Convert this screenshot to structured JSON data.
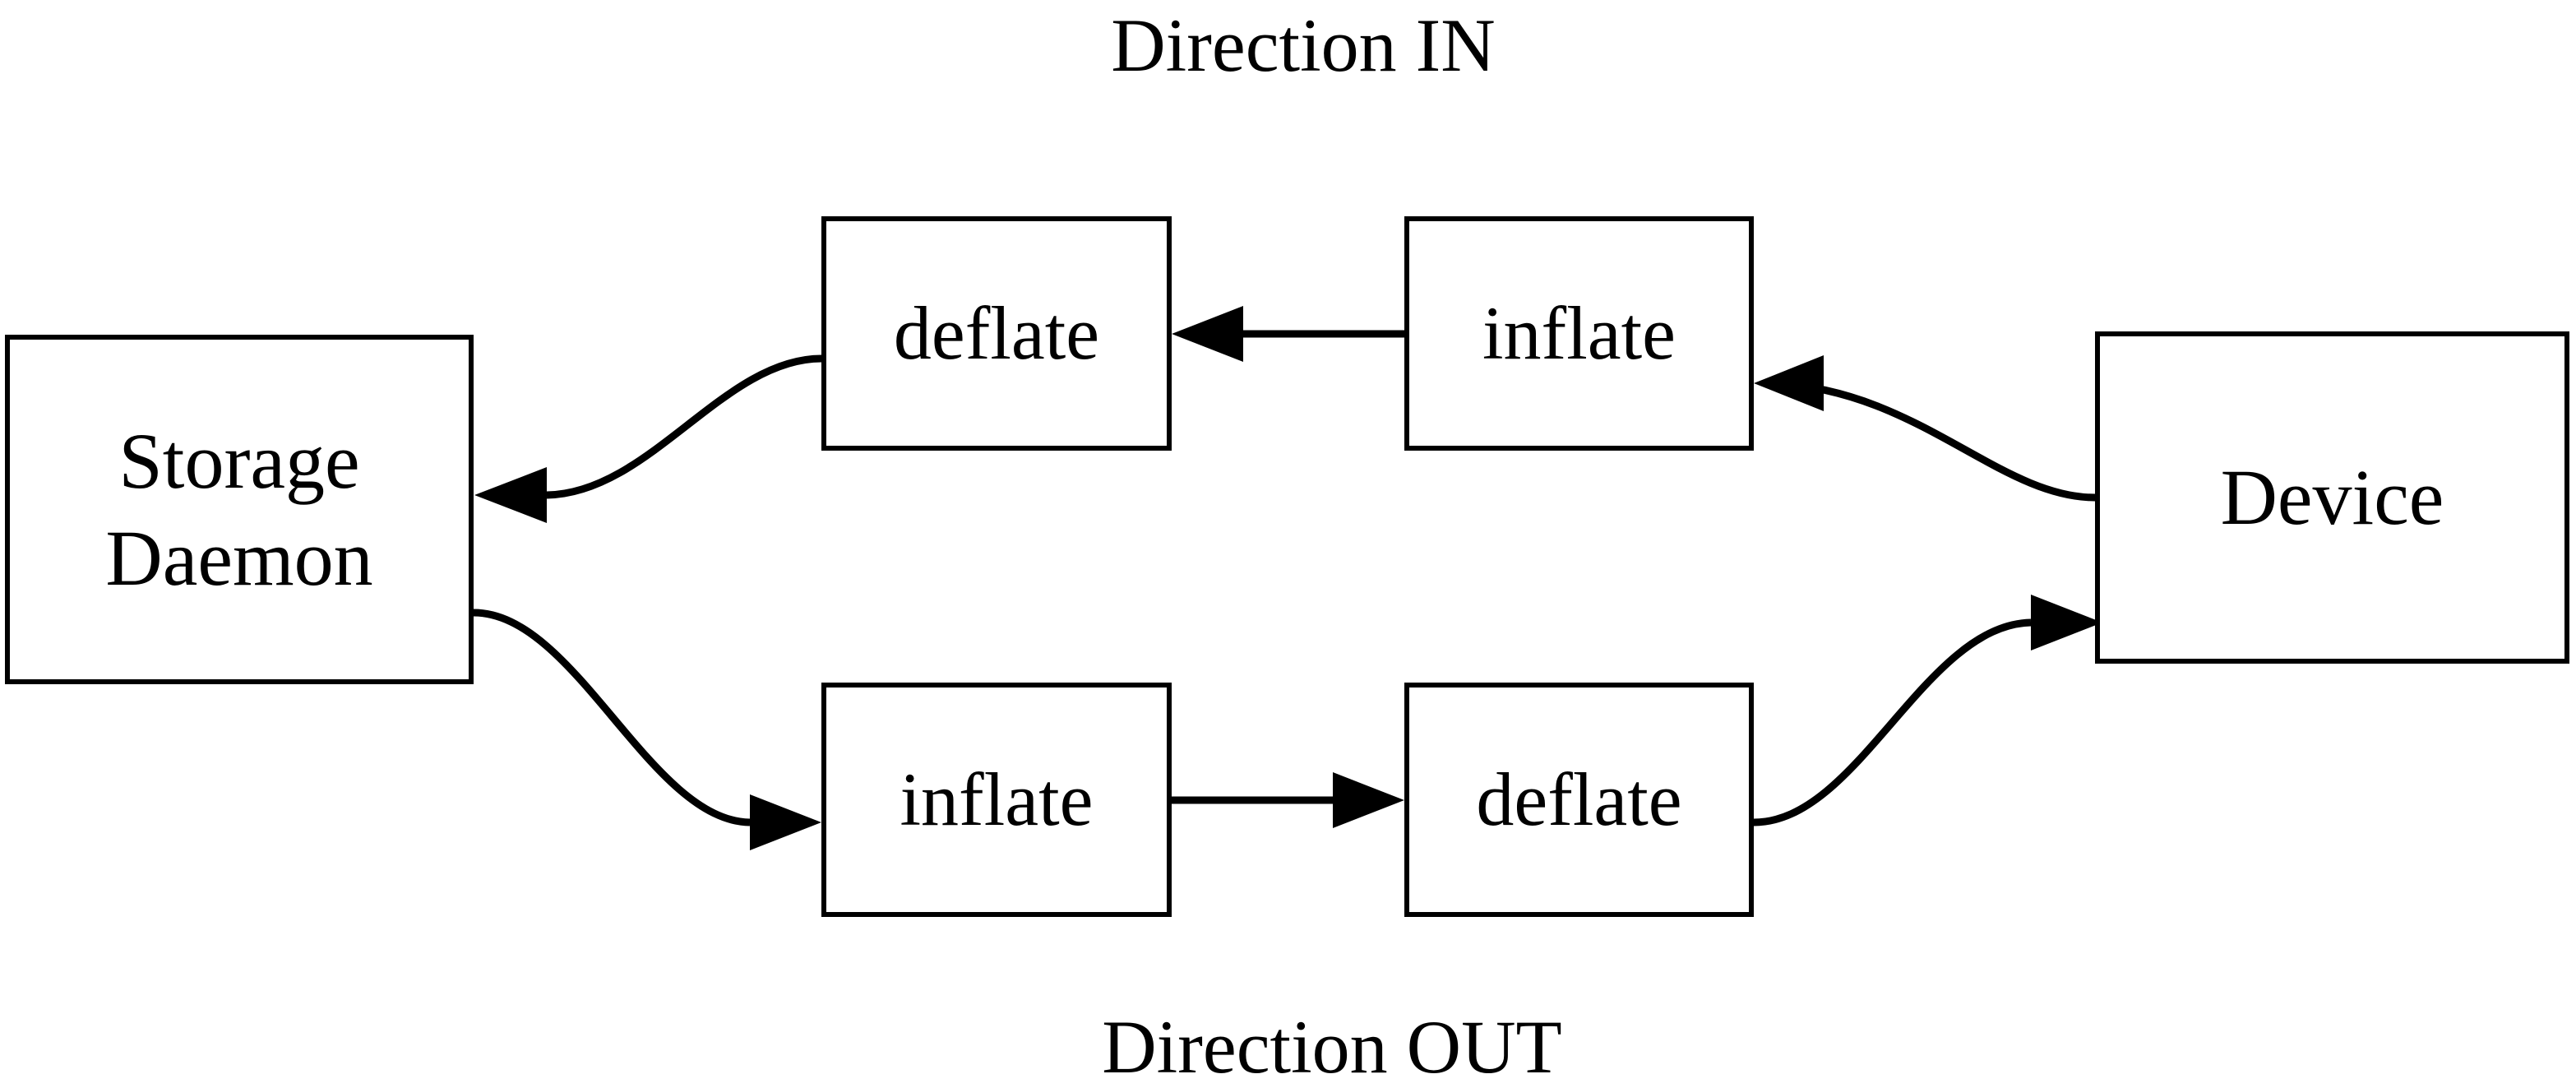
{
  "diagram": {
    "title_top": "Direction IN",
    "title_bottom": "Direction OUT",
    "background_color": "#ffffff",
    "stroke_color": "#000000",
    "nodes": [
      {
        "id": "storage-daemon",
        "label_line1": "Storage",
        "label_line2": "Daemon"
      },
      {
        "id": "deflate-in",
        "label": "deflate"
      },
      {
        "id": "inflate-in",
        "label": "inflate"
      },
      {
        "id": "inflate-out",
        "label": "inflate"
      },
      {
        "id": "deflate-out",
        "label": "deflate"
      },
      {
        "id": "device",
        "label": "Device"
      }
    ],
    "edges": [
      {
        "id": "device-to-inflate-in",
        "from": "device",
        "to": "inflate-in",
        "shape": "curve",
        "arrow": "left"
      },
      {
        "id": "inflate-in-to-deflate-in",
        "from": "inflate-in",
        "to": "deflate-in",
        "shape": "straight",
        "arrow": "left"
      },
      {
        "id": "deflate-in-to-storage-daemon",
        "from": "deflate-in",
        "to": "storage-daemon",
        "shape": "curve",
        "arrow": "left"
      },
      {
        "id": "storage-daemon-to-inflate-out",
        "from": "storage-daemon",
        "to": "inflate-out",
        "shape": "curve",
        "arrow": "right"
      },
      {
        "id": "inflate-out-to-deflate-out",
        "from": "inflate-out",
        "to": "deflate-out",
        "shape": "straight",
        "arrow": "right"
      },
      {
        "id": "deflate-out-to-device",
        "from": "deflate-out",
        "to": "device",
        "shape": "curve",
        "arrow": "right"
      }
    ]
  }
}
